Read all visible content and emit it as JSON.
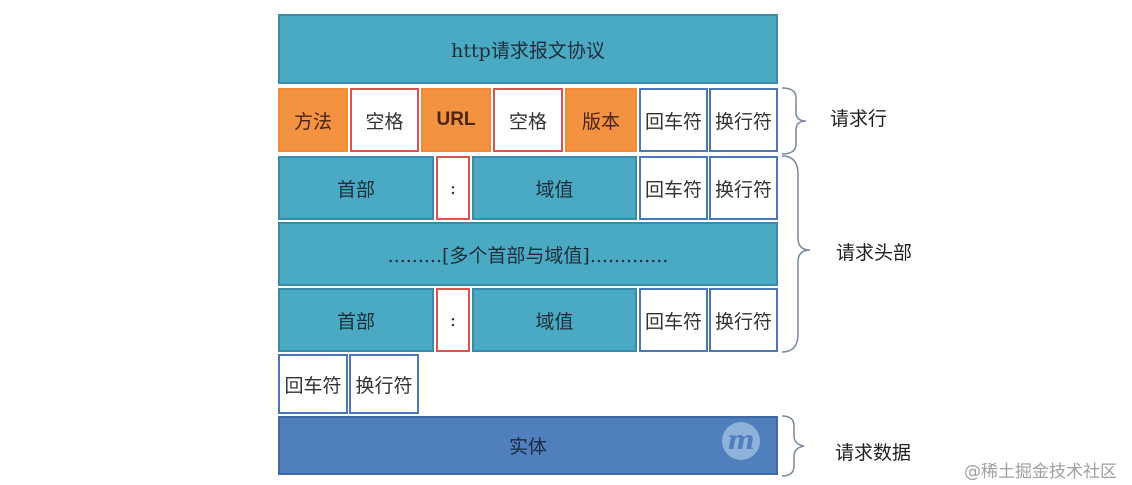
{
  "title": "http请求报文协议",
  "request_line": {
    "cells": [
      {
        "label": "方法",
        "type": "orange"
      },
      {
        "label": "空格",
        "type": "white"
      },
      {
        "label": "URL",
        "type": "orange"
      },
      {
        "label": "空格",
        "type": "white"
      },
      {
        "label": "版本",
        "type": "orange"
      },
      {
        "label": "回车符",
        "type": "white"
      },
      {
        "label": "换行符",
        "type": "white"
      }
    ]
  },
  "header_row_1": {
    "name": "首部",
    "colon": ":",
    "value": "域值",
    "cr": "回车符",
    "lf": "换行符"
  },
  "multi_headers": ".........[多个首部与域值].............",
  "header_row_2": {
    "name": "首部",
    "colon": ":",
    "value": "域值",
    "cr": "回车符",
    "lf": "换行符"
  },
  "crlf_row": {
    "cr": "回车符",
    "lf": "换行符"
  },
  "entity": "实体",
  "braces": {
    "request_line": "请求行",
    "request_headers": "请求头部",
    "request_data": "请求数据"
  },
  "watermark": "@稀土掘金技术社区",
  "logo_glyph": "m",
  "colors": {
    "teal": "#4aaac4",
    "orange": "#f39241",
    "entity_blue": "#4f7fbd",
    "white_cell_red_border": "#d9534f",
    "white_cell_blue_border": "#4b76b8"
  }
}
